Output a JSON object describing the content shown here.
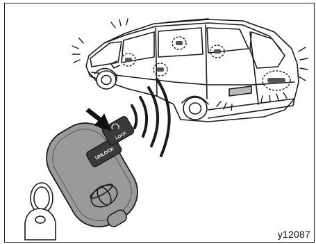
{
  "figure": {
    "code": "y12087",
    "colors": {
      "line": "#1a1a1a",
      "fob_body": "#9a9a9a",
      "fob_dark": "#555555",
      "button_dark": "#3a3a3a",
      "paper": "#ffffff"
    }
  },
  "remote": {
    "lock_button_label": "LOCK",
    "unlock_button_label": "UNLOCK",
    "brand_icon": "toyota-emblem-icon",
    "arrow_icon": "press-arrow-icon"
  },
  "vehicle": {
    "icon": "minivan-icon",
    "indicator_icon": "dashed-lock-circle-icon",
    "signal_icon": "radio-wave-icon"
  }
}
